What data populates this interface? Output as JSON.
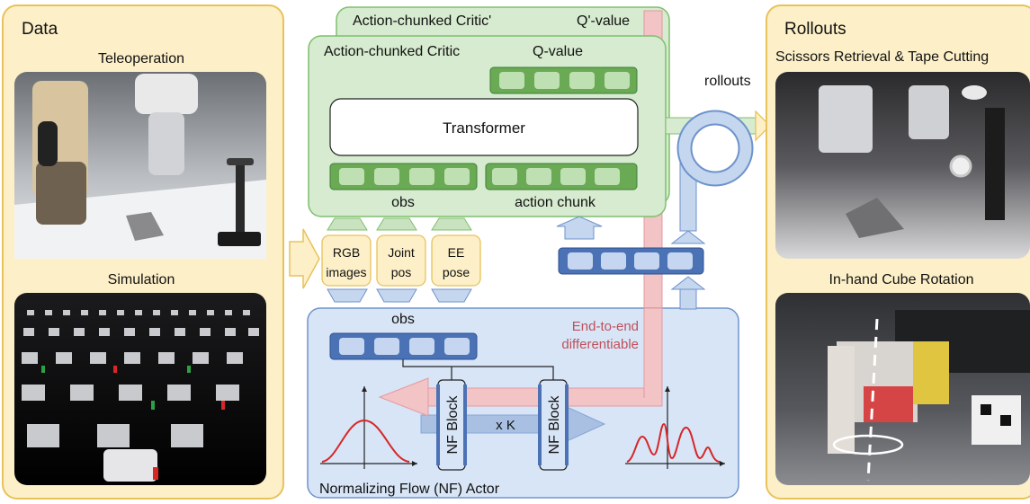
{
  "colors": {
    "data_panel_fill": "#fdf0c8",
    "data_panel_stroke": "#e8c25a",
    "critic_fill": "#d6ebcf",
    "critic_stroke": "#7fbf6e",
    "token_green": "#6aaa55",
    "token_green_dark": "#3f7f35",
    "actor_fill": "#d8e5f7",
    "actor_stroke": "#6e93cc",
    "token_blue": "#4a72b5",
    "pink_arrow": "#f2c4c6",
    "pink_text": "#c0505a",
    "gaussian": "#d62728"
  },
  "data_panel": {
    "title": "Data",
    "teleop_label": "Teleoperation",
    "sim_label": "Simulation"
  },
  "rollouts_panel": {
    "title": "Rollouts",
    "task1_label": "Scissors Retrieval & Tape Cutting",
    "task2_label": "In-hand Cube Rotation"
  },
  "critic": {
    "prime_title": "Action-chunked Critic'",
    "prime_value": "Q'-value",
    "title": "Action-chunked Critic",
    "value": "Q-value",
    "transformer": "Transformer",
    "obs_label": "obs",
    "action_label": "action chunk",
    "rollouts_label": "rollouts"
  },
  "inputs": {
    "rgb": [
      "RGB",
      "images"
    ],
    "joint": [
      "Joint",
      "pos"
    ],
    "ee": [
      "EE",
      "pose"
    ]
  },
  "actor": {
    "obs_label": "obs",
    "nf_block": "NF Block",
    "repeat": "x K",
    "title": "Normalizing Flow (NF) Actor",
    "e2e_line1": "End-to-end",
    "e2e_line2": "differentiable"
  }
}
